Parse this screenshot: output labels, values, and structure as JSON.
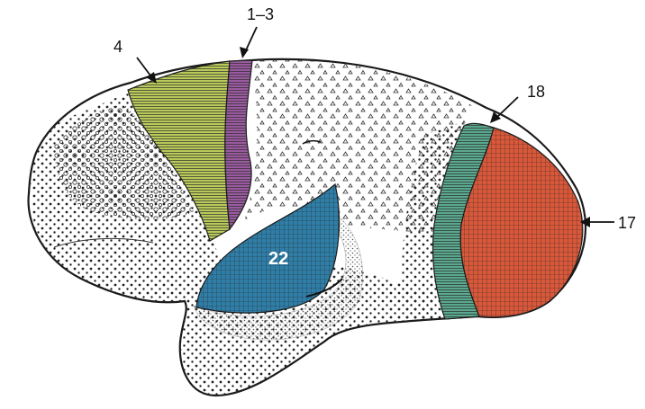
{
  "diagram": {
    "labels": {
      "area_4": "4",
      "area_1_3": "1–3",
      "area_18": "18",
      "area_17": "17",
      "area_22": "22"
    },
    "colors": {
      "outline": "#1a1a1a",
      "area_4_fill": "#b9c95a",
      "area_1_3_fill": "#9a5aa0",
      "area_22_fill": "#2f7ea8",
      "area_18_fill": "#5aa88e",
      "area_17_fill": "#d9583a",
      "texture": "#222222"
    }
  }
}
